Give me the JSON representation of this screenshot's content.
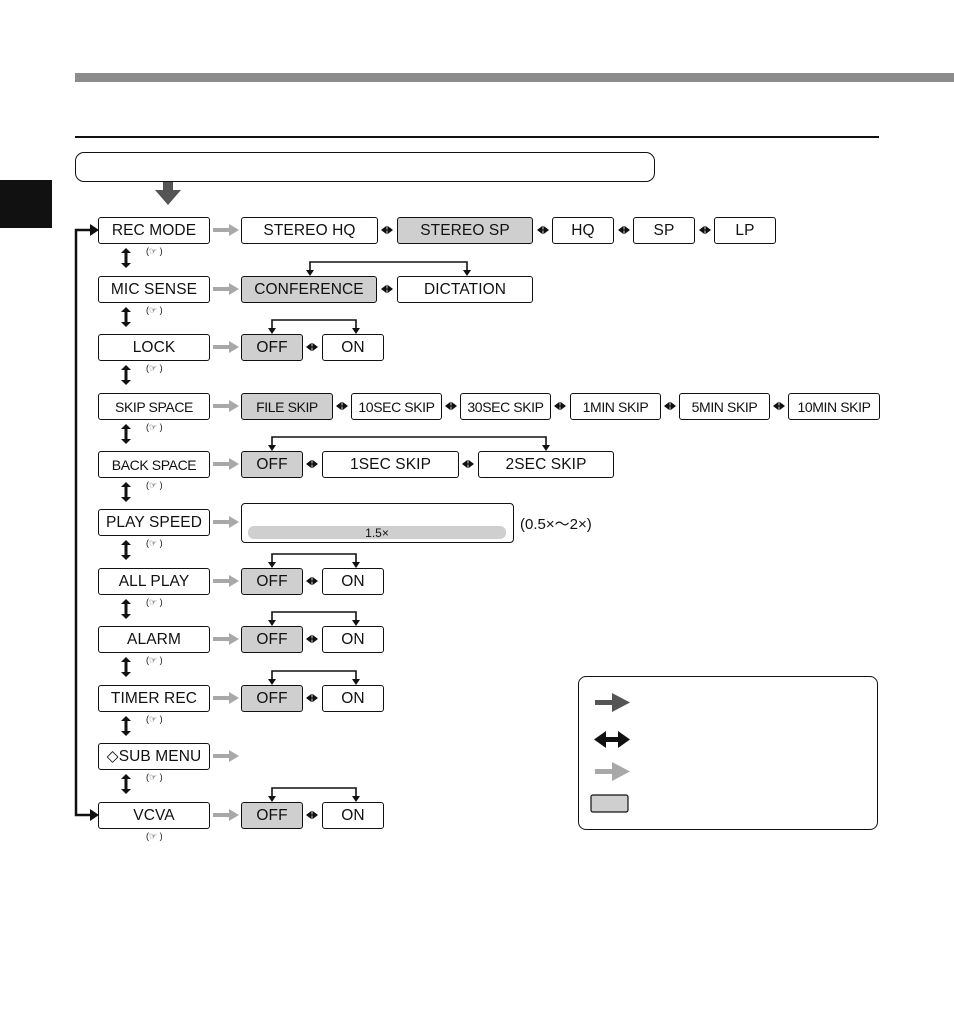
{
  "header": {
    "bar_color": "#8c8c8c"
  },
  "menu": {
    "items": [
      {
        "label": "REC MODE",
        "ref": "(☞ )"
      },
      {
        "label": "MIC SENSE",
        "ref": "(☞ )"
      },
      {
        "label": "LOCK",
        "ref": "(☞ )"
      },
      {
        "label": "SKIP SPACE",
        "ref": "(☞ )"
      },
      {
        "label": "BACK SPACE",
        "ref": "(☞ )"
      },
      {
        "label": "PLAY SPEED",
        "ref": "(☞ )"
      },
      {
        "label": "ALL PLAY",
        "ref": "(☞ )"
      },
      {
        "label": "ALARM",
        "ref": "(☞ )"
      },
      {
        "label": "TIMER REC",
        "ref": "(☞ )"
      },
      {
        "label": "◇SUB MENU",
        "ref": "(☞ )"
      },
      {
        "label": "VCVA",
        "ref": "(☞ )"
      }
    ]
  },
  "options": {
    "rec_mode": [
      "STEREO HQ",
      "STEREO SP",
      "HQ",
      "SP",
      "LP"
    ],
    "mic_sense": [
      "CONFERENCE",
      "DICTATION"
    ],
    "lock": [
      "OFF",
      "ON"
    ],
    "skip_space": [
      "FILE SKIP",
      "10SEC SKIP",
      "30SEC SKIP",
      "1MIN SKIP",
      "5MIN SKIP",
      "10MIN SKIP"
    ],
    "back_space": [
      "OFF",
      "1SEC SKIP",
      "2SEC SKIP"
    ],
    "all_play": [
      "OFF",
      "ON"
    ],
    "alarm": [
      "OFF",
      "ON"
    ],
    "timer_rec": [
      "OFF",
      "ON"
    ],
    "vcva": [
      "OFF",
      "ON"
    ]
  },
  "play_speed": {
    "value": "1.5×",
    "range": "(0.5×〜2×)"
  },
  "colors": {
    "selected_fill": "#cfcfcf",
    "arrow_dark": "#555555",
    "arrow_light": "#a8a8a8"
  },
  "legend": {
    "icons": [
      "dark-arrow-icon",
      "double-arrow-icon",
      "light-arrow-icon",
      "default-swatch"
    ]
  }
}
